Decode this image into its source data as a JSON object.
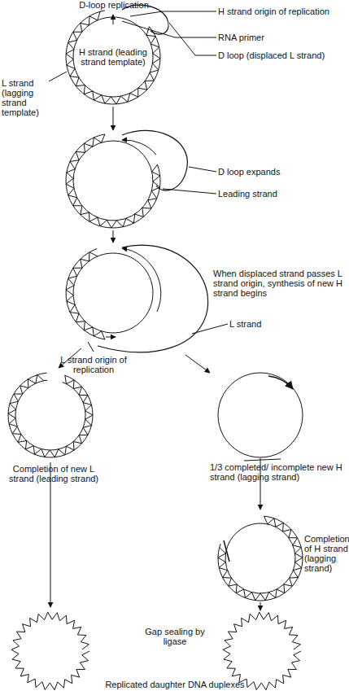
{
  "diagram": {
    "title": "D-loop replication",
    "caption": "Replicated daughter DNA duplexes",
    "nodes": [
      {
        "text": [
          "H strand (leading strand template)"
        ]
      }
    ],
    "labels": [
      "H strand origin of replication",
      "RNA primer",
      "D loop (displaced L strand)",
      "L strand (lagging strand template)",
      "D loop expands",
      "Leading strand",
      "When displaced strand passes L strand origin, synthesis of new H strand begins",
      "L strand",
      "L strand origin of replication",
      "Completion of new L strand (leading strand)",
      "1/3 completed/ incomplete new H strand (lagging strand)",
      "Completion of H strand (lagging strand)",
      "Gap sealing by ligase"
    ]
  }
}
